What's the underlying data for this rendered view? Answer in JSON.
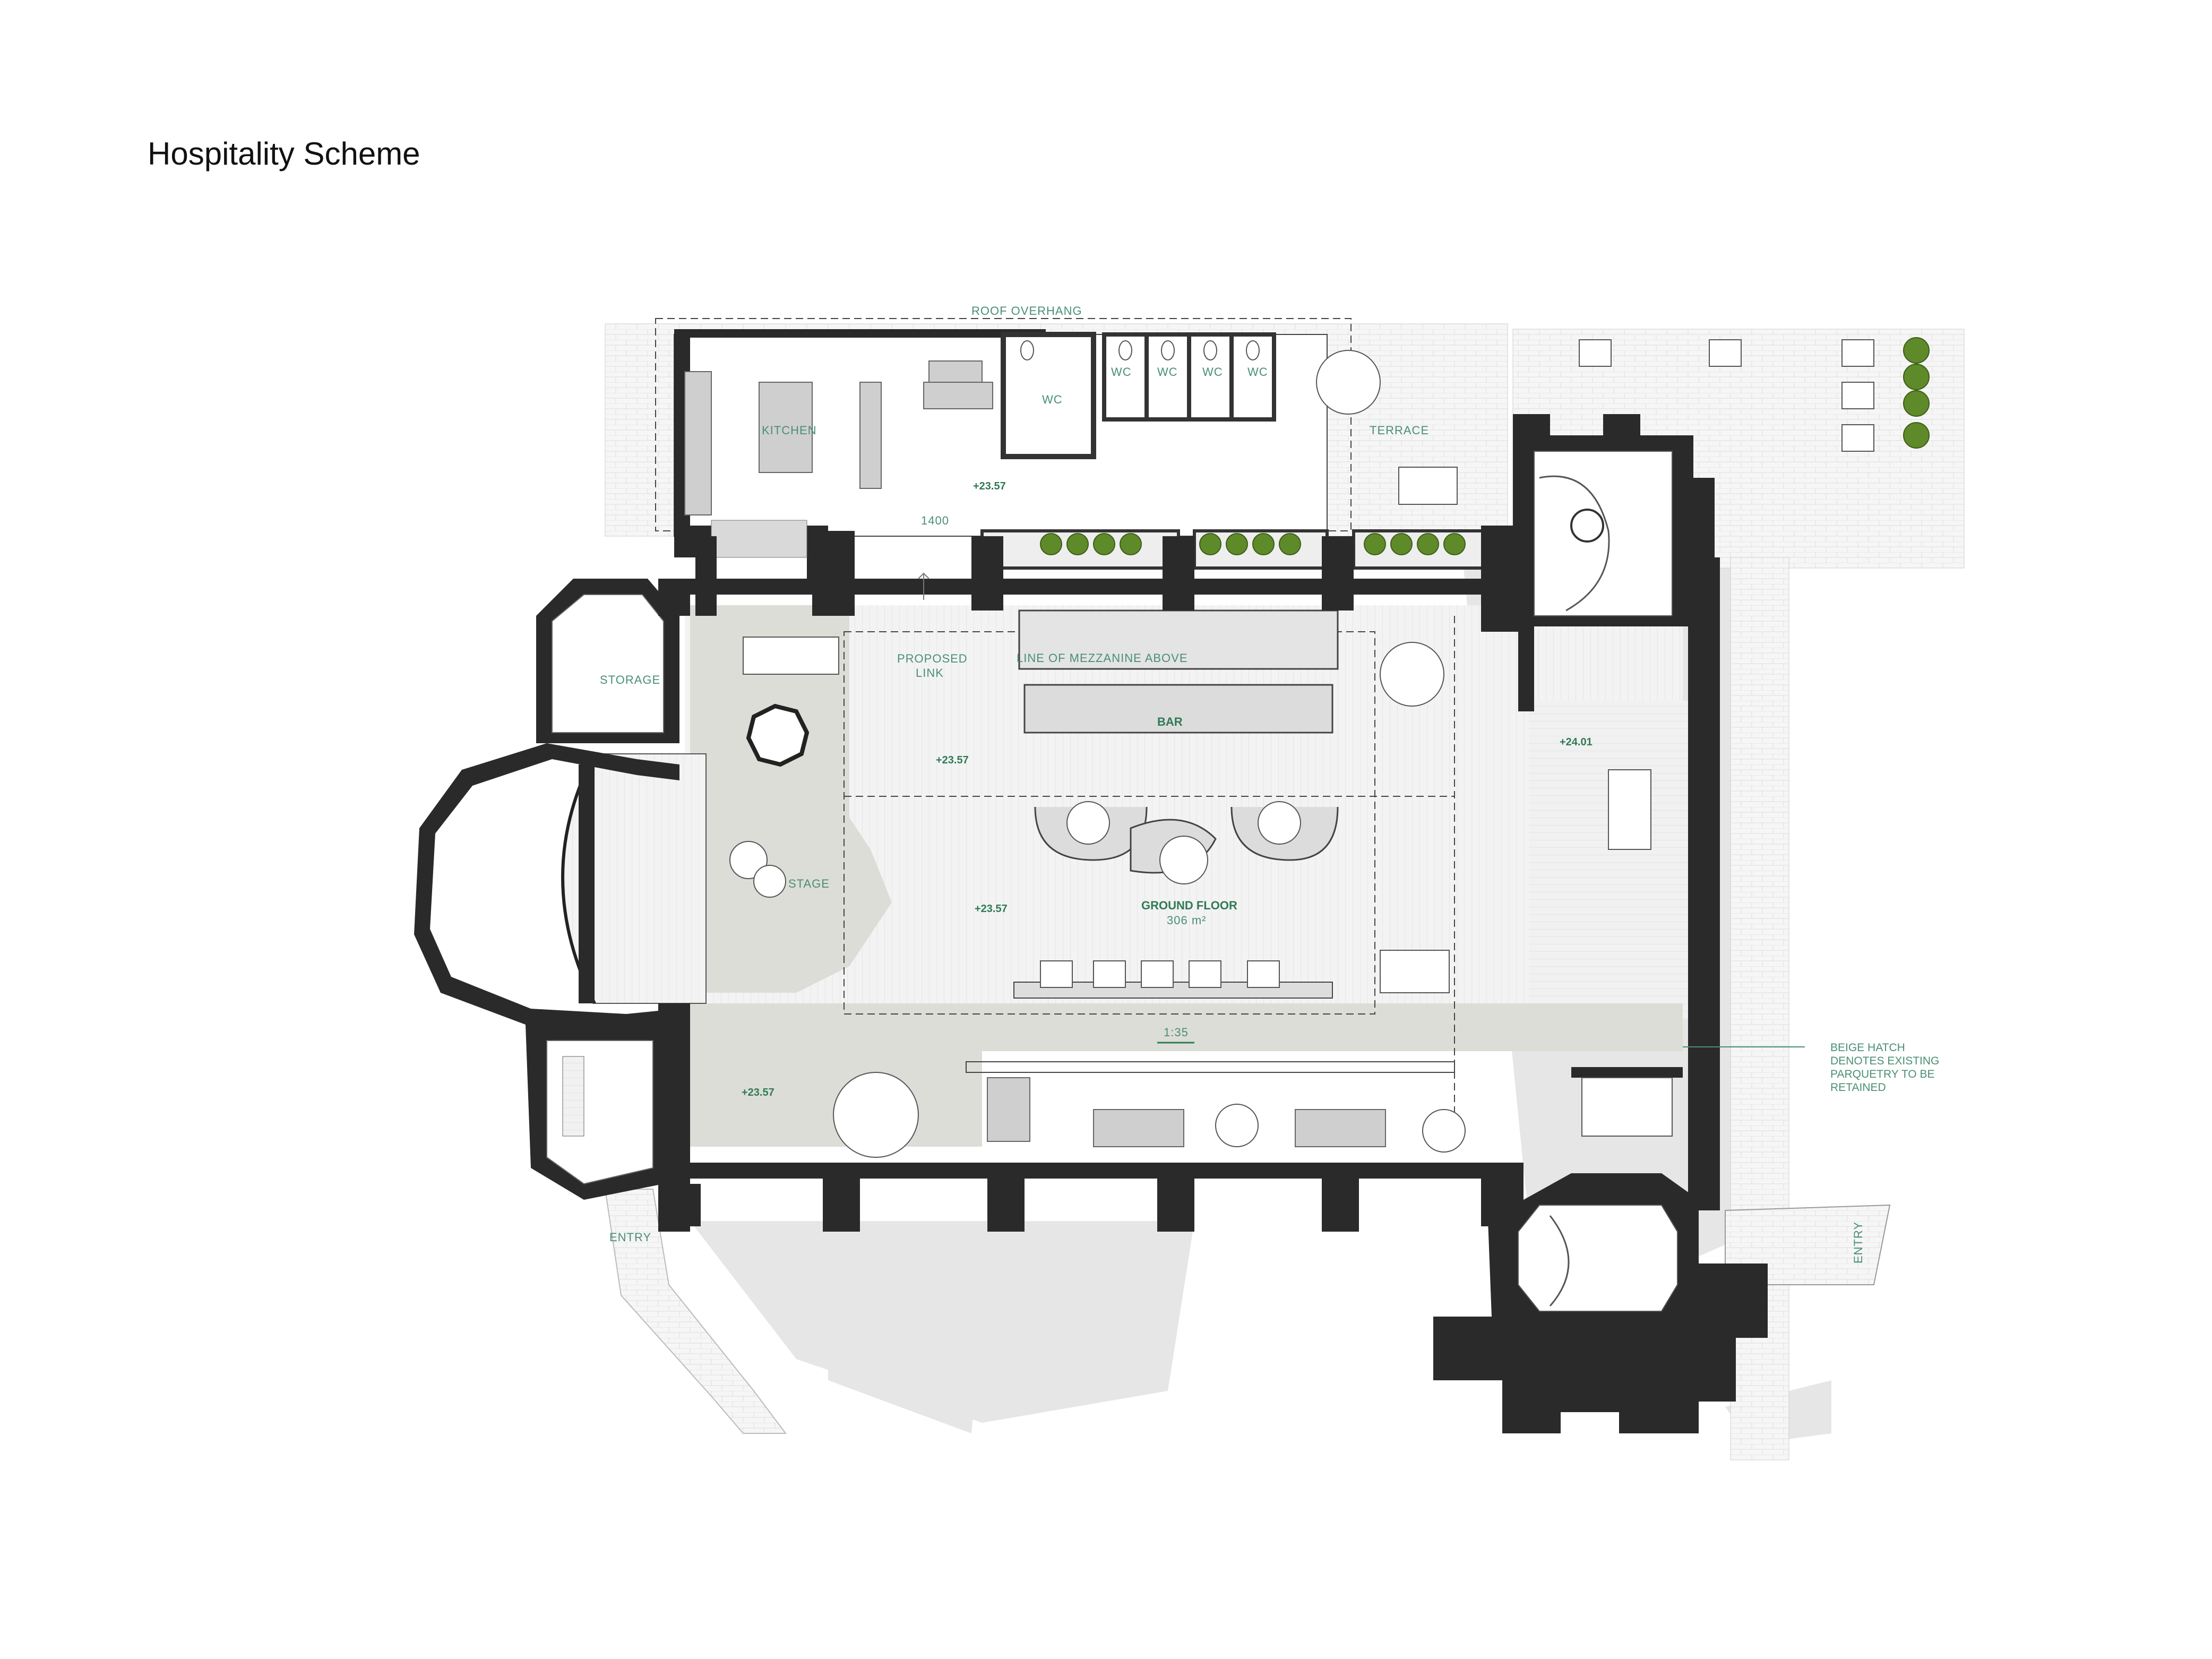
{
  "title": "Hospitality Scheme",
  "labels": {
    "roof_overhang": "ROOF OVERHANG",
    "kitchen": "KITCHEN",
    "wc_main": "WC",
    "wc_1": "WC",
    "wc_2": "WC",
    "wc_3": "WC",
    "wc_4": "WC",
    "terrace": "TERRACE",
    "storage": "STORAGE",
    "proposed_link": [
      "PROPOSED",
      "LINK"
    ],
    "mezzanine": "LINE OF MEZZANINE ABOVE",
    "bar": "BAR",
    "stage": "STAGE",
    "ground_floor": "GROUND FLOOR",
    "area": "306 m²",
    "ramp": "1:35",
    "entry_left": "ENTRY",
    "entry_right": "ENTRY",
    "dim_1400": "1400"
  },
  "levels": {
    "kitchen": "+23.57",
    "link": "+23.57",
    "hall": "+23.57",
    "lower_left": "+23.57",
    "east": "+24.01"
  },
  "note_lines": [
    "BEIGE HATCH",
    "DENOTES EXISTING",
    "PARQUETRY TO BE",
    "RETAINED"
  ],
  "colors": {
    "wall": "#2a2a2a",
    "label": "#4a8f73",
    "beige_hatch": "#dcddd6",
    "planter": "#5f8a2a"
  }
}
